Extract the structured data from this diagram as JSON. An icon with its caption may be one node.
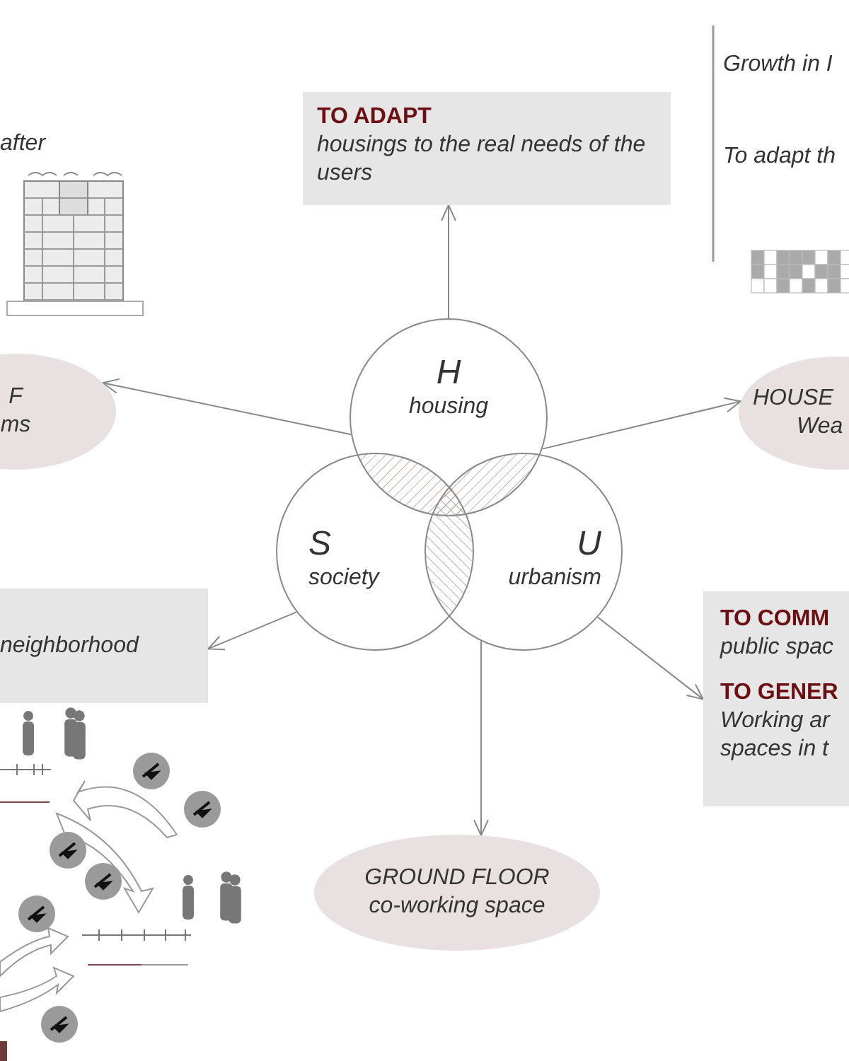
{
  "diagram": {
    "nodes": [
      {
        "text": [
          "H",
          "housing"
        ]
      },
      {
        "text": [
          "S",
          "society"
        ]
      },
      {
        "text": [
          "U",
          "urbanism"
        ]
      },
      {
        "text": [
          "TO ADAPT",
          "housings to the real needs of the users"
        ]
      },
      {
        "text": [
          "F",
          "ms"
        ]
      },
      {
        "text": [
          "HOUSE",
          "Wea"
        ]
      },
      {
        "text": [
          "neighborhood"
        ]
      },
      {
        "text": [
          "GROUND FLOOR",
          "co-working space"
        ]
      },
      {
        "text": [
          "TO COMM",
          "public spac",
          "TO GENER",
          "Working ar spaces in t"
        ]
      }
    ],
    "edges": [
      {
        "from": 0,
        "to": 3,
        "arrow": "to"
      },
      {
        "from": 0,
        "to": 4,
        "arrow": "to"
      },
      {
        "from": 0,
        "to": 5,
        "arrow": "to"
      },
      {
        "from": 1,
        "to": 6,
        "arrow": "to"
      },
      {
        "from": 2,
        "to": 8,
        "arrow": "to"
      },
      {
        "from": 2,
        "to": 7,
        "arrow": "to"
      }
    ],
    "labels": [
      "after",
      "Growth in I",
      "To adapt th"
    ]
  }
}
